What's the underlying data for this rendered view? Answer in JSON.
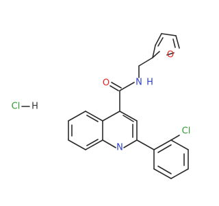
{
  "molecule": {
    "atoms": [
      {
        "id": "O_amide",
        "text": "O"
      },
      {
        "id": "N_amide",
        "text": "N"
      },
      {
        "id": "H_amide",
        "text": "H"
      },
      {
        "id": "O_furan",
        "text": "O"
      },
      {
        "id": "N_quinoline",
        "text": "N"
      },
      {
        "id": "Cl_aryl",
        "text": "Cl"
      },
      {
        "id": "Cl_salt",
        "text": "Cl"
      },
      {
        "id": "H_salt",
        "text": "H"
      }
    ]
  },
  "colors": {
    "bond": "#2a2a2a",
    "O": "#e8231f",
    "N": "#2c3fd1",
    "Cl": "#2e9e31",
    "H": "#2c3fd1",
    "HCl_H": "#333333"
  }
}
